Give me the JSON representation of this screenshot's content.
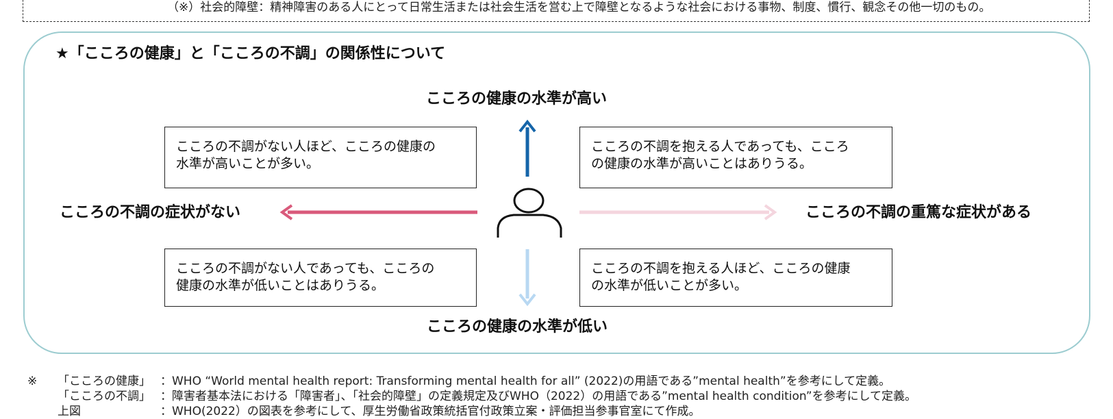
{
  "top_note": "（※）社会的障壁：精神障害のある人にとって日常生活または社会生活を営む上で障壁となるような社会における事物、制度、慣行、観念その他一切のもの。",
  "section_title": "★「こころの健康」と「こころの不調」の関係性について",
  "axes": {
    "top": "こころの健康の水準が高い",
    "bottom": "こころの健康の水準が低い",
    "left": "こころの不調の症状がない",
    "right": "こころの不調の重篤な症状がある"
  },
  "quadrants": {
    "top_left": [
      "こころの不調がない人ほど、こころの健康の",
      "水準が高いことが多い。"
    ],
    "top_right": [
      "こころの不調を抱える人であっても、こころ",
      "の健康の水準が高いことはありうる。"
    ],
    "bottom_left": [
      "こころの不調がない人であっても、こころの",
      "健康の水準が低いことはありうる。"
    ],
    "bottom_right": [
      "こころの不調を抱える人ほど、こころの健康",
      "の水準が低いことが多い。"
    ]
  },
  "colors": {
    "arrow_up": "#1565a9",
    "arrow_down": "#b8d8f2",
    "arrow_left": "#d95a7b",
    "arrow_right": "#f4d5de",
    "frame": "#9cccd0"
  },
  "icons": {
    "center": "person-icon"
  },
  "footnotes": [
    {
      "mark": "※",
      "key": "「こころの健康」",
      "text": "：WHO “World mental health report: Transforming mental health for all” (2022)の用語である”mental health”を参考にして定義。"
    },
    {
      "mark": "",
      "key": "「こころの不調」",
      "text": "：障害者基本法における「障害者」、「社会的障壁」の定義規定及びWHO（2022）の用語である”mental health condition”を参考にして定義。"
    },
    {
      "mark": "",
      "key": "上図",
      "text": "：WHO(2022）の図表を参考にして、厚生労働省政策統括官付政策立案・評価担当参事官室にて作成。"
    }
  ]
}
